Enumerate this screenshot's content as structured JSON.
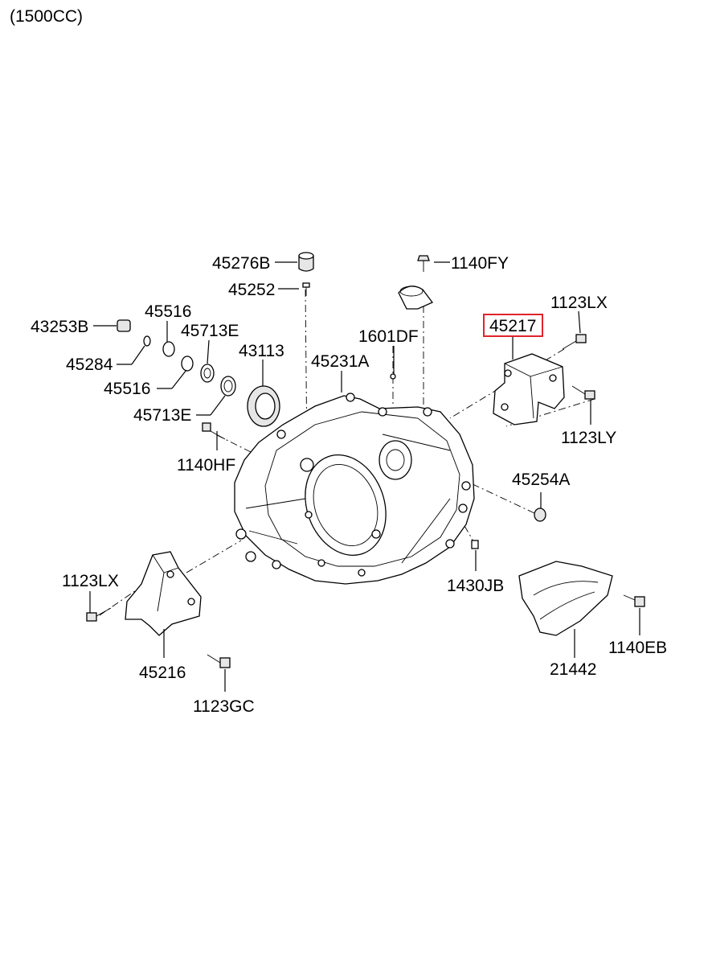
{
  "diagram": {
    "variant_label": "(1500CC)",
    "highlighted_part": "45217",
    "parts": [
      {
        "id": "p-45276B",
        "label": "45276B"
      },
      {
        "id": "p-1140FY",
        "label": "1140FY"
      },
      {
        "id": "p-45252",
        "label": "45252"
      },
      {
        "id": "p-1123LX-top",
        "label": "1123LX"
      },
      {
        "id": "p-45516-top",
        "label": "45516"
      },
      {
        "id": "p-45217",
        "label": "45217"
      },
      {
        "id": "p-43253B",
        "label": "43253B"
      },
      {
        "id": "p-45713E-top",
        "label": "45713E"
      },
      {
        "id": "p-1601DF",
        "label": "1601DF"
      },
      {
        "id": "p-45284",
        "label": "45284"
      },
      {
        "id": "p-43113",
        "label": "43113"
      },
      {
        "id": "p-45231A",
        "label": "45231A"
      },
      {
        "id": "p-45516-bot",
        "label": "45516"
      },
      {
        "id": "p-1123LY",
        "label": "1123LY"
      },
      {
        "id": "p-45713E-bot",
        "label": "45713E"
      },
      {
        "id": "p-1140HF",
        "label": "1140HF"
      },
      {
        "id": "p-45254A",
        "label": "45254A"
      },
      {
        "id": "p-1123LX-left",
        "label": "1123LX"
      },
      {
        "id": "p-1430JB",
        "label": "1430JB"
      },
      {
        "id": "p-1140EB",
        "label": "1140EB"
      },
      {
        "id": "p-45216",
        "label": "45216"
      },
      {
        "id": "p-21442",
        "label": "21442"
      },
      {
        "id": "p-1123GC",
        "label": "1123GC"
      }
    ]
  }
}
